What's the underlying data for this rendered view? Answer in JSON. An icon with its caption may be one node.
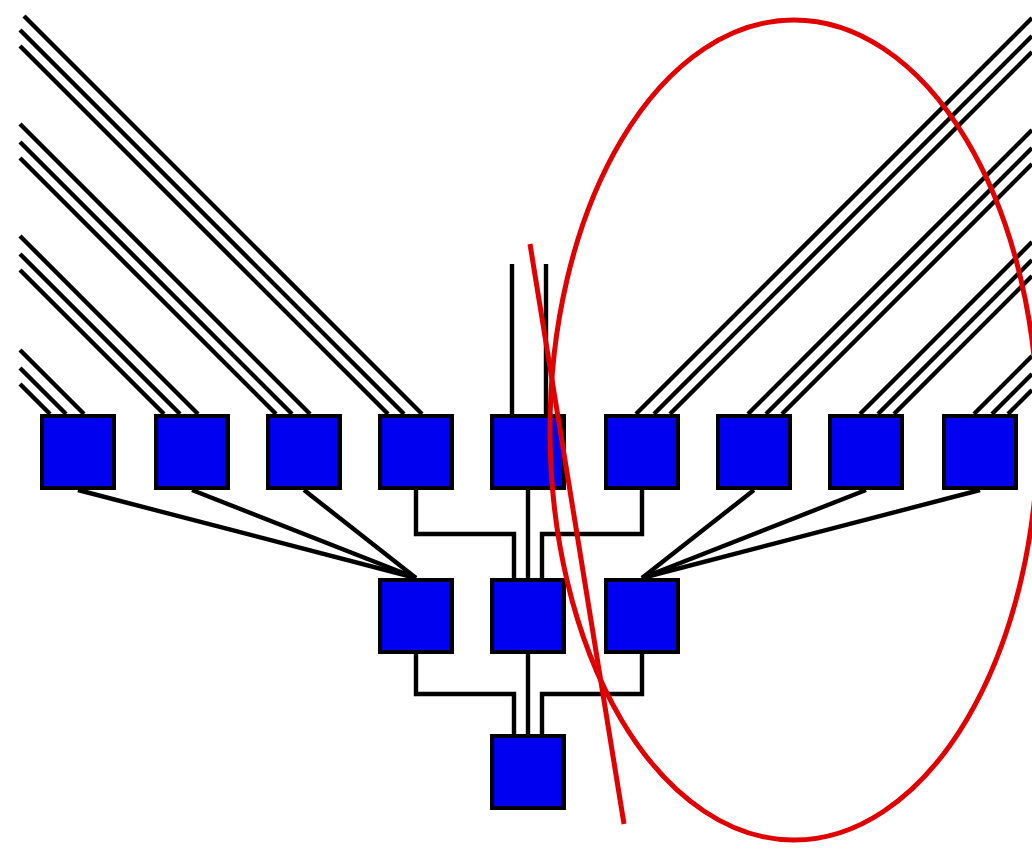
{
  "diagram": {
    "nodes": [
      {
        "text": [],
        "shape": "box"
      },
      {
        "text": [],
        "shape": "box"
      },
      {
        "text": [],
        "shape": "box"
      },
      {
        "text": [],
        "shape": "box"
      },
      {
        "text": [],
        "shape": "box"
      },
      {
        "text": [],
        "shape": "box"
      },
      {
        "text": [],
        "shape": "box"
      },
      {
        "text": [],
        "shape": "box"
      },
      {
        "text": [],
        "shape": "box"
      },
      {
        "text": [],
        "shape": "box"
      },
      {
        "text": [],
        "shape": "box"
      },
      {
        "text": [],
        "shape": "box"
      },
      {
        "text": [],
        "shape": "box"
      }
    ],
    "edges": [
      {
        "from": 0,
        "to": 9,
        "arrow": "none"
      },
      {
        "from": 1,
        "to": 9,
        "arrow": "none"
      },
      {
        "from": 2,
        "to": 9,
        "arrow": "none"
      },
      {
        "from": 3,
        "to": 10,
        "arrow": "none"
      },
      {
        "from": 4,
        "to": 10,
        "arrow": "none"
      },
      {
        "from": 5,
        "to": 10,
        "arrow": "none"
      },
      {
        "from": 6,
        "to": 11,
        "arrow": "none"
      },
      {
        "from": 7,
        "to": 11,
        "arrow": "none"
      },
      {
        "from": 8,
        "to": 11,
        "arrow": "none"
      },
      {
        "from": 9,
        "to": 12,
        "arrow": "none"
      },
      {
        "from": 10,
        "to": 12,
        "arrow": "none"
      },
      {
        "from": 11,
        "to": 12,
        "arrow": "none"
      },
      {
        "from": null,
        "to": 0,
        "arrow": "none"
      },
      {
        "from": null,
        "to": 0,
        "arrow": "none"
      },
      {
        "from": null,
        "to": 0,
        "arrow": "none"
      },
      {
        "from": null,
        "to": 1,
        "arrow": "none"
      },
      {
        "from": null,
        "to": 1,
        "arrow": "none"
      },
      {
        "from": null,
        "to": 1,
        "arrow": "none"
      },
      {
        "from": null,
        "to": 2,
        "arrow": "none"
      },
      {
        "from": null,
        "to": 2,
        "arrow": "none"
      },
      {
        "from": null,
        "to": 2,
        "arrow": "none"
      },
      {
        "from": null,
        "to": 3,
        "arrow": "none"
      },
      {
        "from": null,
        "to": 3,
        "arrow": "none"
      },
      {
        "from": null,
        "to": 3,
        "arrow": "none"
      },
      {
        "from": null,
        "to": 4,
        "arrow": "none"
      },
      {
        "from": null,
        "to": 4,
        "arrow": "none"
      },
      {
        "from": null,
        "to": 5,
        "arrow": "none"
      },
      {
        "from": null,
        "to": 5,
        "arrow": "none"
      },
      {
        "from": null,
        "to": 5,
        "arrow": "none"
      },
      {
        "from": null,
        "to": 6,
        "arrow": "none"
      },
      {
        "from": null,
        "to": 6,
        "arrow": "none"
      },
      {
        "from": null,
        "to": 6,
        "arrow": "none"
      },
      {
        "from": null,
        "to": 7,
        "arrow": "none"
      },
      {
        "from": null,
        "to": 7,
        "arrow": "none"
      },
      {
        "from": null,
        "to": 7,
        "arrow": "none"
      },
      {
        "from": null,
        "to": 8,
        "arrow": "none"
      },
      {
        "from": null,
        "to": 8,
        "arrow": "none"
      },
      {
        "from": null,
        "to": 8,
        "arrow": "none"
      }
    ]
  }
}
